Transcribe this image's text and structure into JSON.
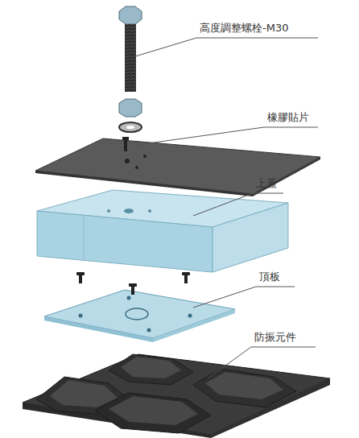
{
  "diagram": {
    "labels": [
      "高度調整螺栓-M30",
      "橡膠貼片",
      "上蓋",
      "頂板",
      "防振元件"
    ]
  }
}
